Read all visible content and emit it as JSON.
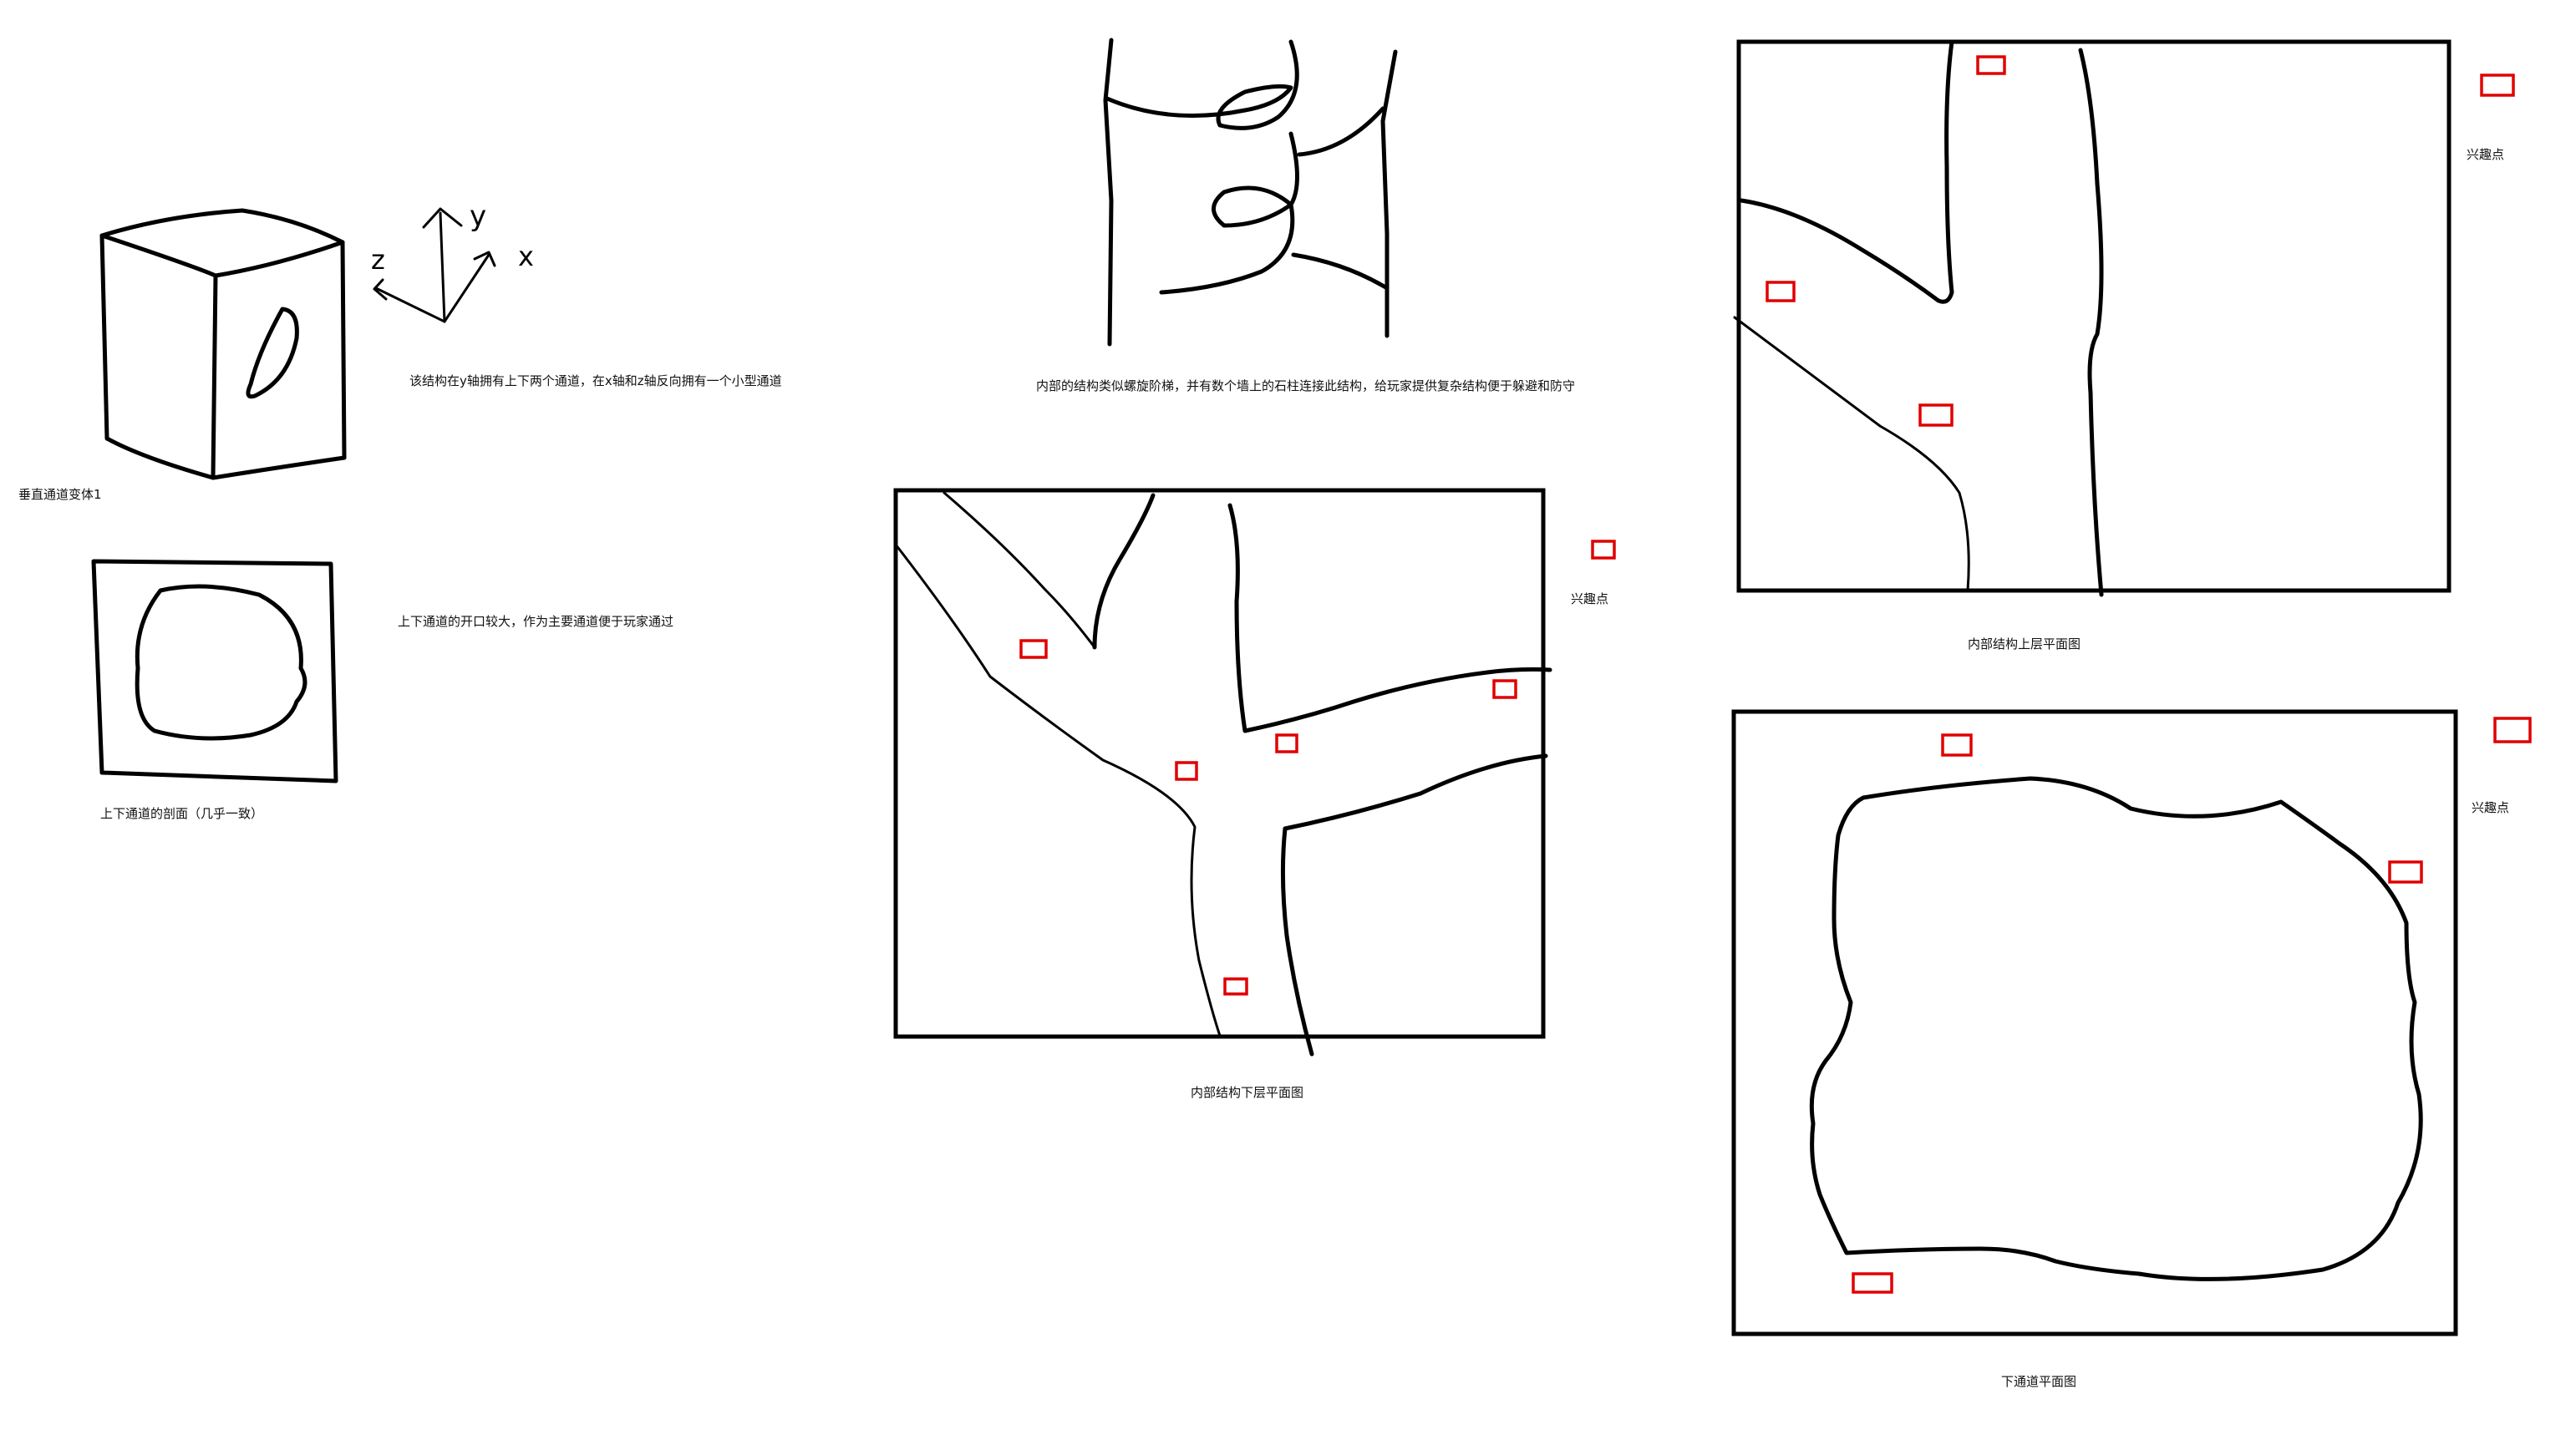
{
  "labels": {
    "variant_title": "垂直通道变体1",
    "structure_desc": "该结构在y轴拥有上下两个通道，在x轴和z轴反向拥有一个小型通道",
    "opening_desc": "上下通道的开口较大，作为主要通道便于玩家通过",
    "section_caption": "上下通道的剖面（几乎一致）",
    "spiral_desc": "内部的结构类似螺旋阶梯，并有数个墙上的石柱连接此结构，给玩家提供复杂结构便于躲避和防守",
    "lower_plan_caption": "内部结构下层平面图",
    "upper_plan_caption": "内部结构上层平面图",
    "lower_channel_caption": "下通道平面图",
    "poi_legend_1": "兴趣点",
    "poi_legend_2": "兴趣点",
    "poi_legend_3": "兴趣点"
  },
  "axis_letters": {
    "y": "y",
    "z": "z",
    "x": "x"
  },
  "colors": {
    "background": "#ffffff",
    "ink": "#000000",
    "poi_marker": "#e00000"
  }
}
